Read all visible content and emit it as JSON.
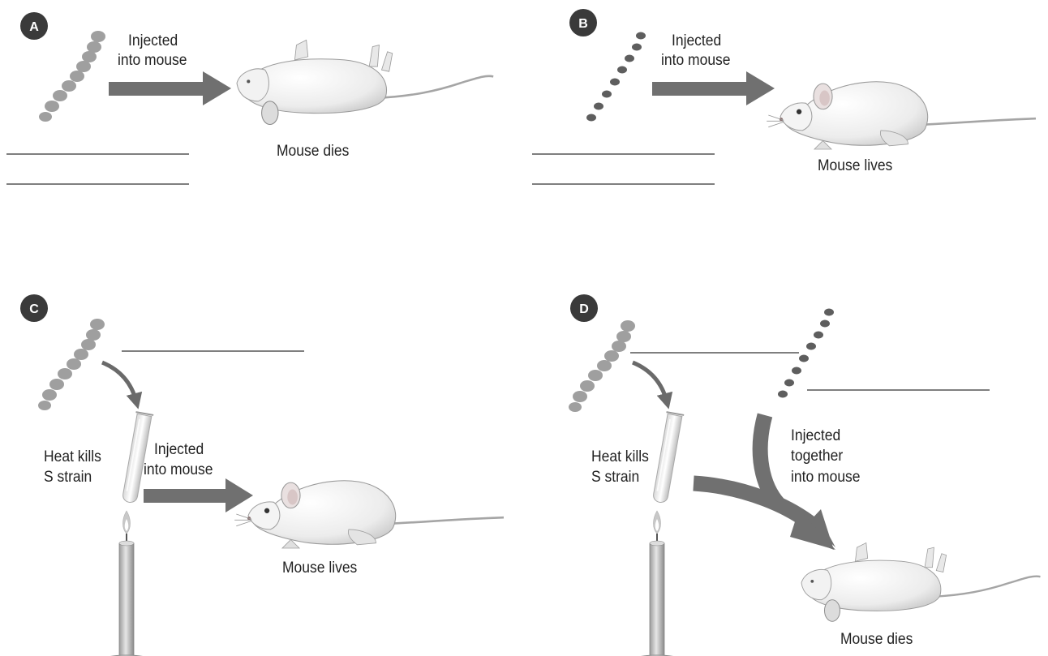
{
  "panels": [
    {
      "letter": "A",
      "injection_label": [
        "Injected",
        "into mouse"
      ],
      "outcome": "Mouse dies"
    },
    {
      "letter": "B",
      "injection_label": [
        "Injected",
        "into mouse"
      ],
      "outcome": "Mouse lives"
    },
    {
      "letter": "C",
      "heat_label": [
        "Heat kills",
        "S strain"
      ],
      "injection_label": [
        "Injected",
        "into mouse"
      ],
      "outcome": "Mouse lives"
    },
    {
      "letter": "D",
      "heat_label": [
        "Heat kills",
        "S strain"
      ],
      "injection_label": [
        "Injected",
        "together",
        "into mouse"
      ],
      "outcome": "Mouse dies"
    }
  ],
  "colors": {
    "badge": "#3a3a3a",
    "arrow": "#707070",
    "answer_line": "#333333",
    "bacteria_s": "#8f8f8f",
    "bacteria_r": "#5e5e5e",
    "mouse_body": "#f1f1f1",
    "mouse_outline": "#9a9a9a"
  },
  "icons": [
    "s-strain-bacteria-icon",
    "r-strain-bacteria-icon",
    "mouse-dead-icon",
    "mouse-alive-icon",
    "test-tube-icon",
    "bunsen-burner-icon"
  ]
}
